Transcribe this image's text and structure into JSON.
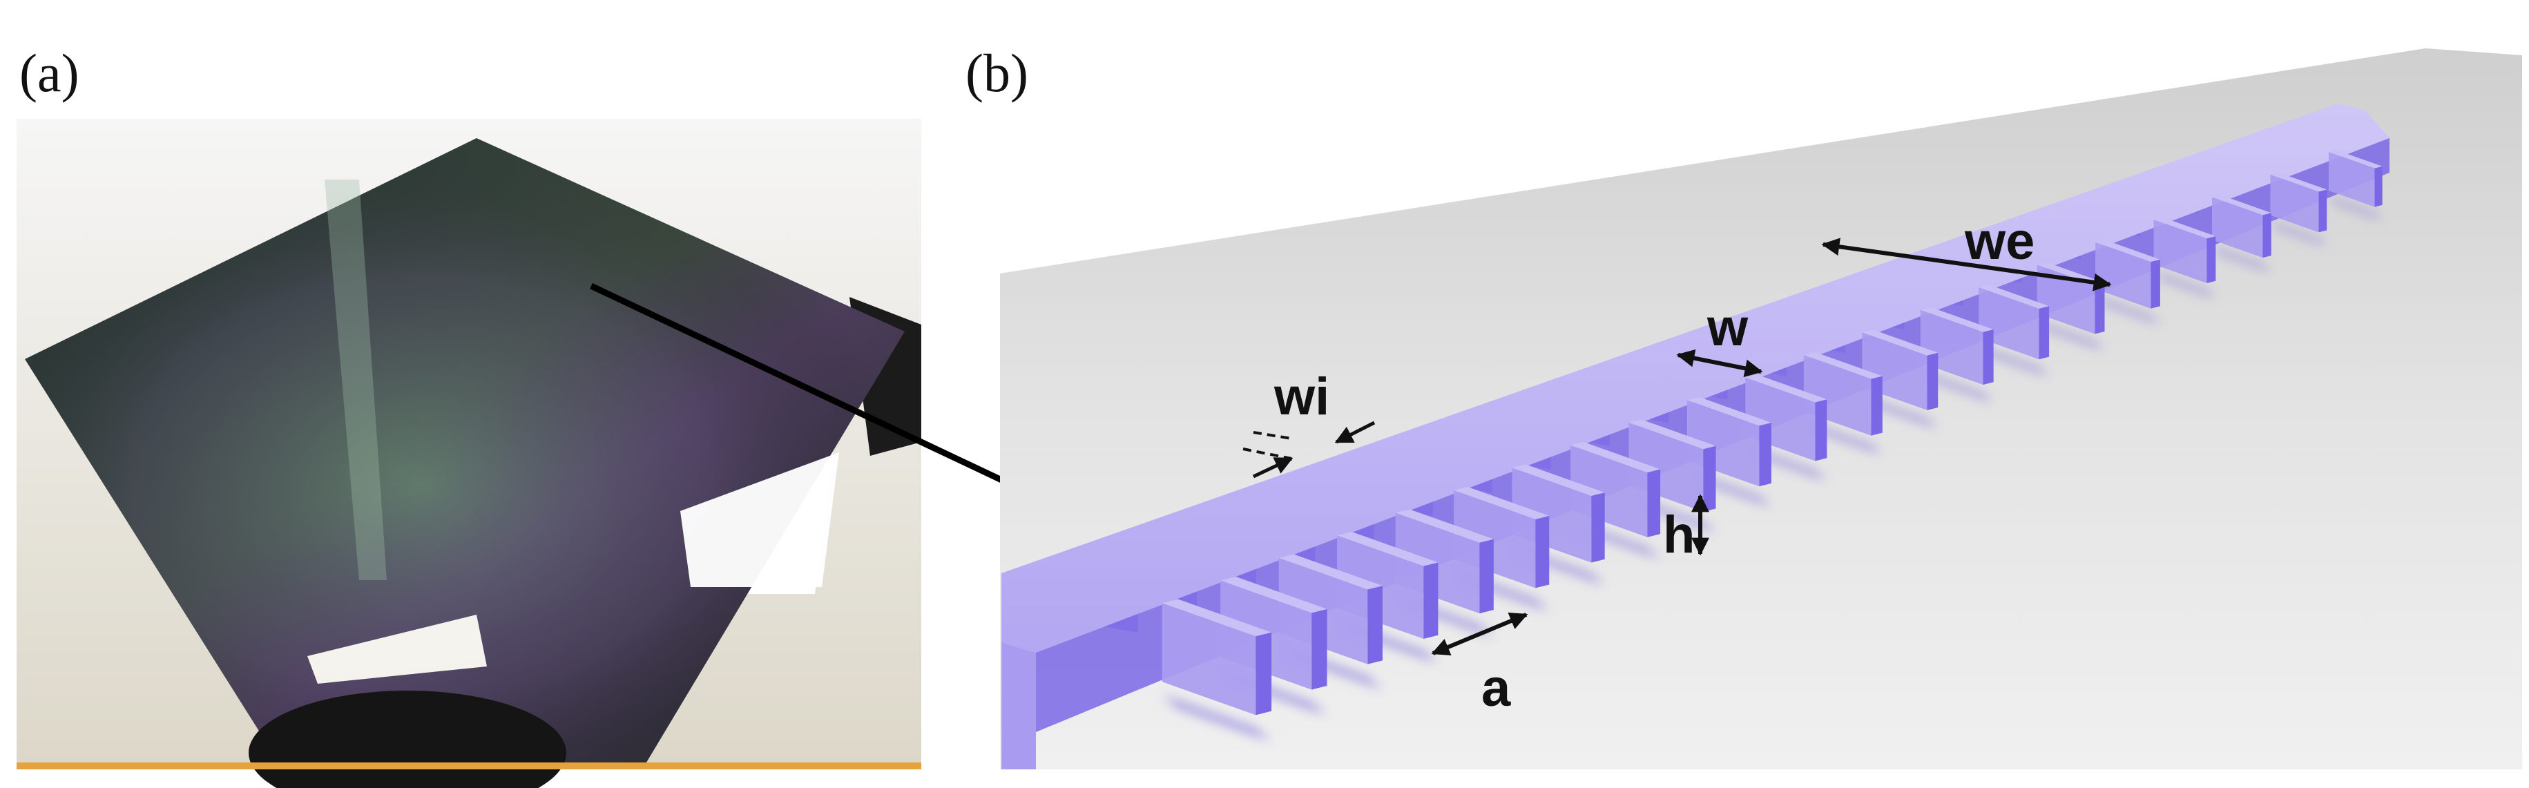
{
  "panels": {
    "a": {
      "label": "(a)"
    },
    "b": {
      "label": "(b)"
    }
  },
  "dimensions": {
    "w": "w",
    "wi": "wi",
    "we": "we",
    "h": "h",
    "a": "a"
  },
  "colors": {
    "waveguide_light": "#c9c0f5",
    "waveguide": "#a99cf0",
    "waveguide_dark": "#7a67e6",
    "shadow": "#5a46d8",
    "substrate": "#dedede",
    "wafer": "#2b3330",
    "arrow": "#000000"
  },
  "icons": {
    "pointer_arrow": "arrow-right-icon",
    "dimension_arrow": "double-arrow-icon"
  }
}
